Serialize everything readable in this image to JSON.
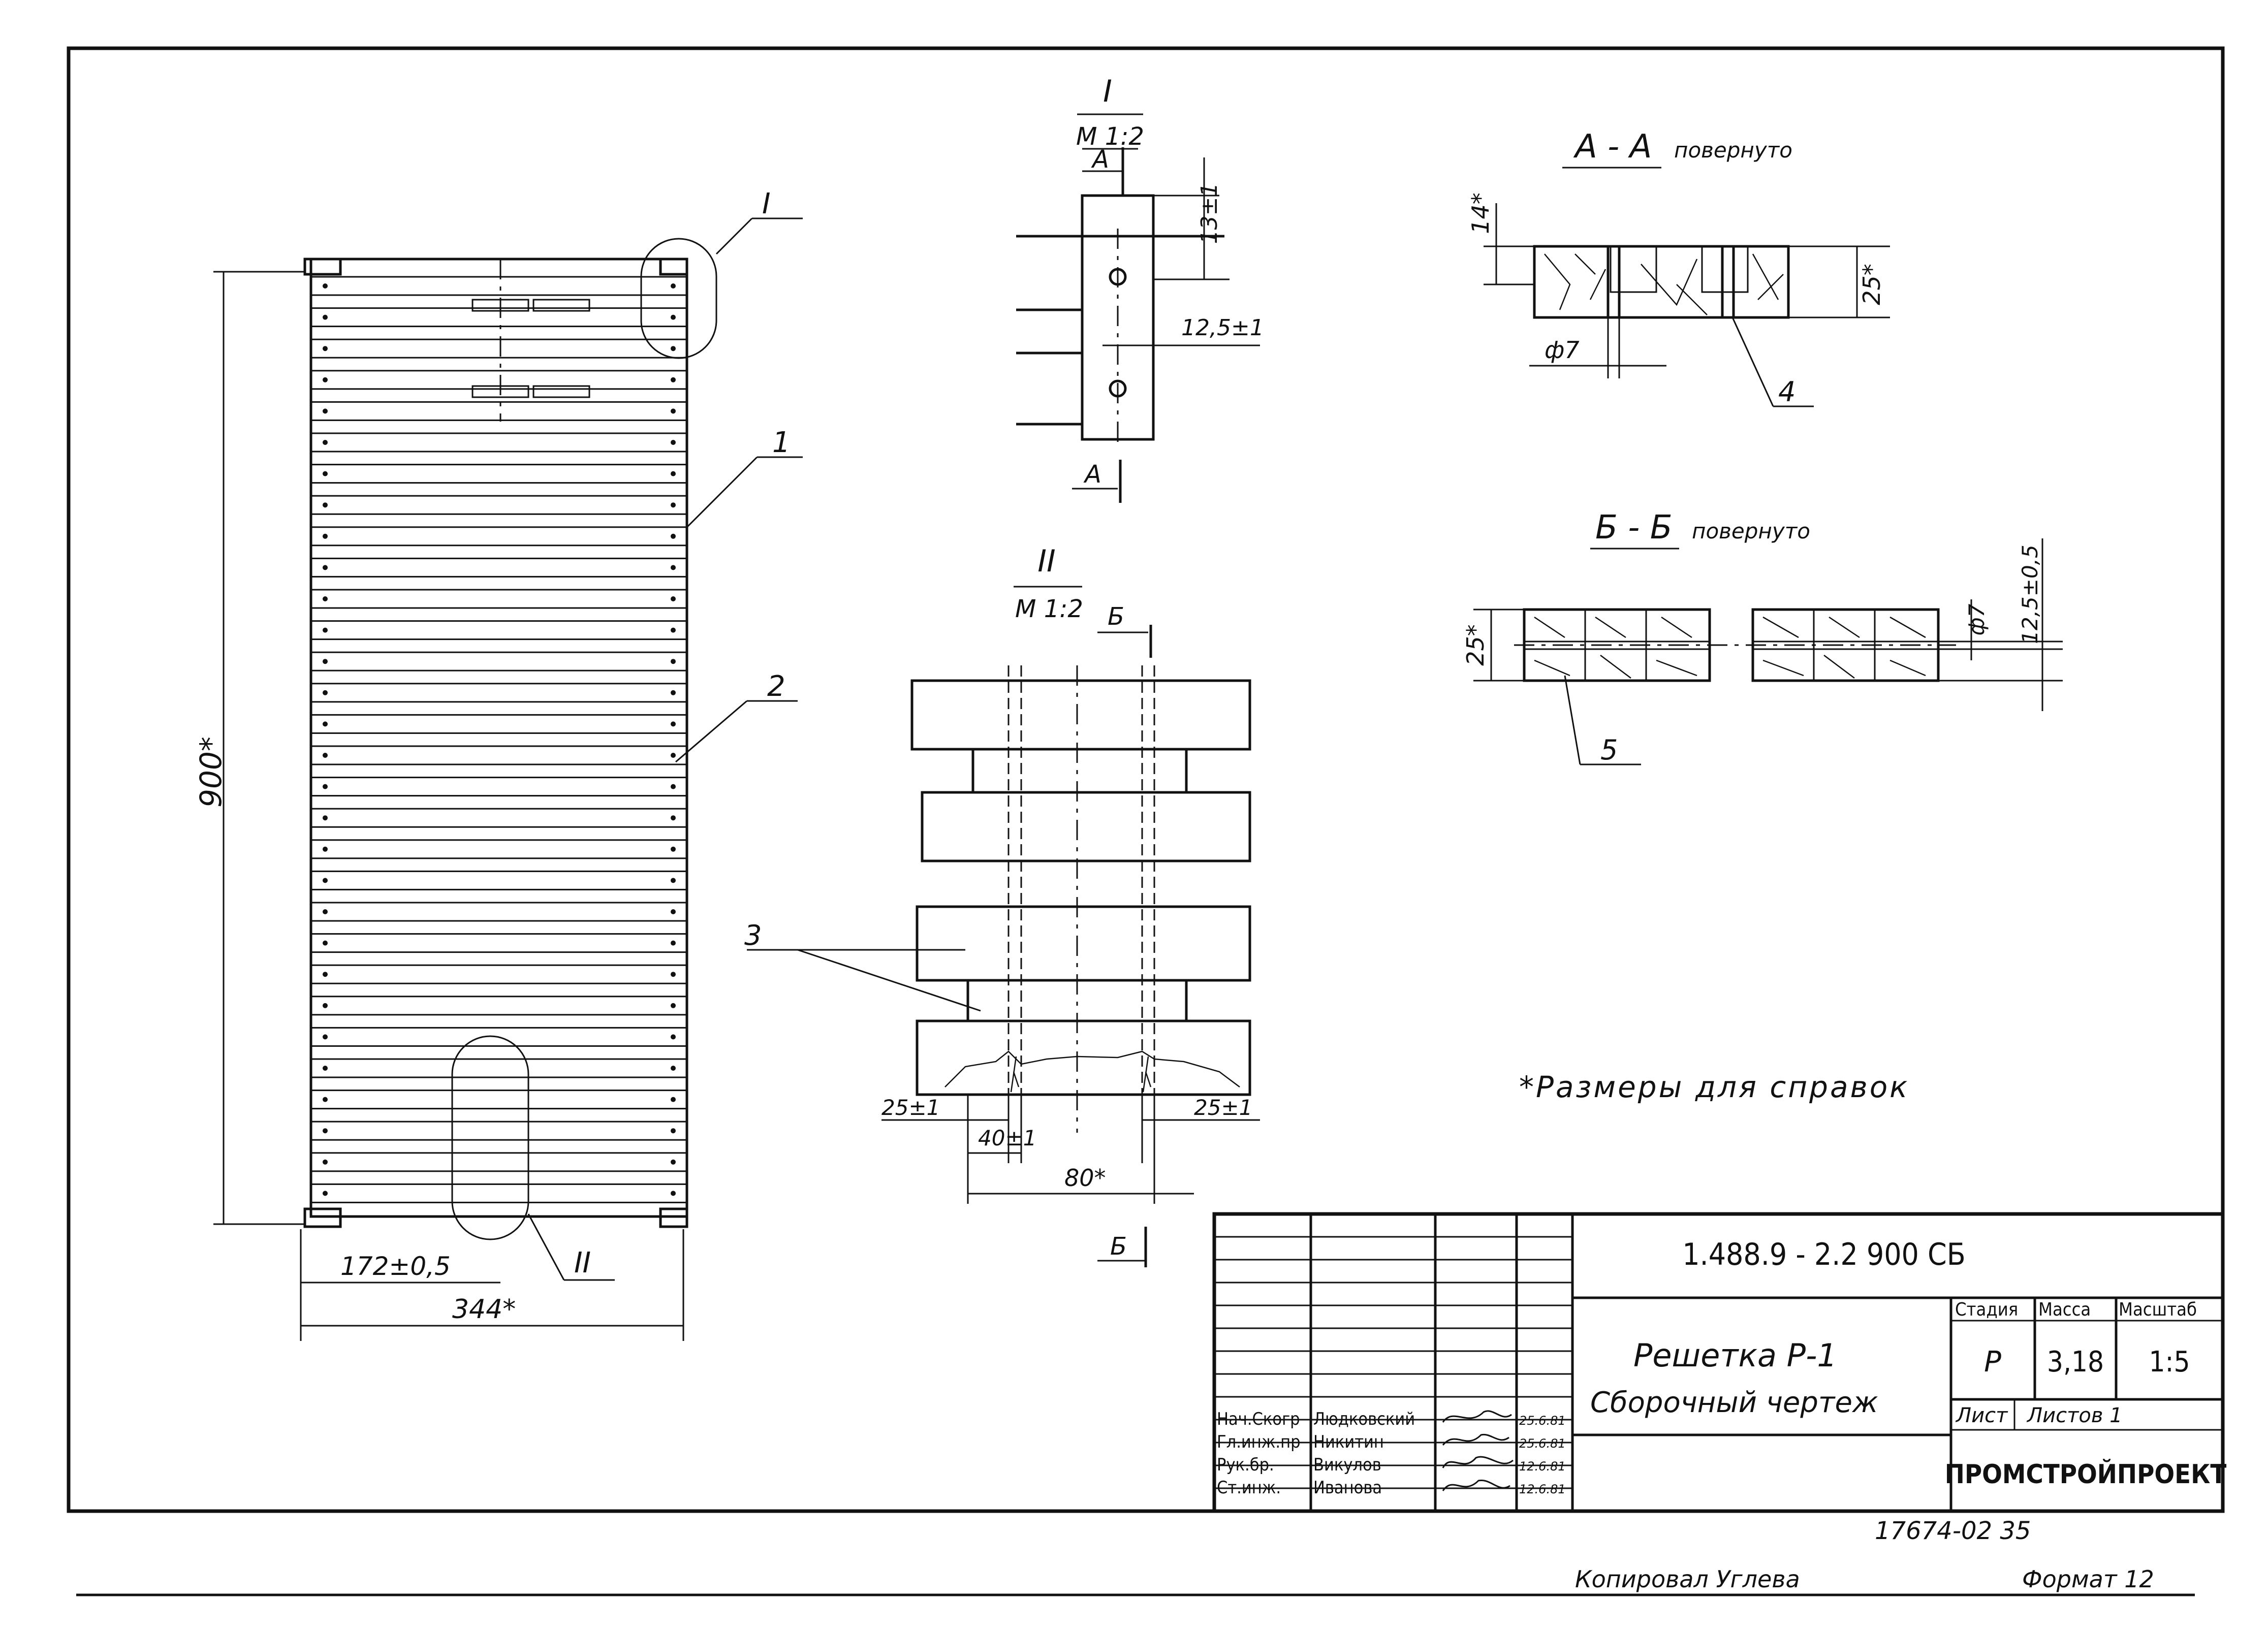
{
  "views": {
    "detail1_label": "I",
    "detail1_scale": "М 1:2",
    "detail2_label": "II",
    "detail2_scale": "М 1:2",
    "section_aa_title": "А - А",
    "section_aa_note": "повернуто",
    "section_bb_title": "Б - Б",
    "section_bb_note": "повернуто",
    "section_a_mark": "А",
    "section_b_mark": "Б"
  },
  "dimensions": {
    "height": "900*",
    "half_width": "172±0,5",
    "width": "344*",
    "d13": "13±1",
    "d12_5": "12,5±1",
    "d14": "14*",
    "d25_aa": "25*",
    "phi7_aa": "ф7",
    "d25_bb": "25*",
    "phi7_bb": "ф7",
    "d12_5_bb": "12,5±0,5",
    "d25_left": "25±1",
    "d40": "40±1",
    "d80": "80*",
    "d25_right": "25±1"
  },
  "positions": [
    "1",
    "2",
    "3",
    "4",
    "5"
  ],
  "note": "*Размеры для справок",
  "title_block": {
    "doc_code": "1.488.9 - 2.2 900 СБ",
    "name_line1": "Решетка Р-1",
    "name_line2": "Сборочный чертеж",
    "stage_label": "Стадия",
    "mass_label": "Масса",
    "scale_label": "Масштаб",
    "stage": "Р",
    "mass": "3,18",
    "scale": "1:5",
    "sheet_label": "Лист",
    "sheets_label": "Листов 1",
    "organization": "ПРОМСТРОЙПРОЕКТ",
    "signatures": [
      {
        "role": "Нач.Скогр",
        "name": "Людковский",
        "date": "25.6.81"
      },
      {
        "role": "Гл.инж.пр",
        "name": "Никитин",
        "date": "25.6.81"
      },
      {
        "role": "Рук.бр.",
        "name": "Викулов",
        "date": "12.6.81"
      },
      {
        "role": "Ст.инж.",
        "name": "Иванова",
        "date": "12.6.81"
      }
    ]
  },
  "bottom": {
    "inventory": "17674-02  35",
    "copied_by": "Копировал Углева",
    "format": "Формат 12"
  }
}
